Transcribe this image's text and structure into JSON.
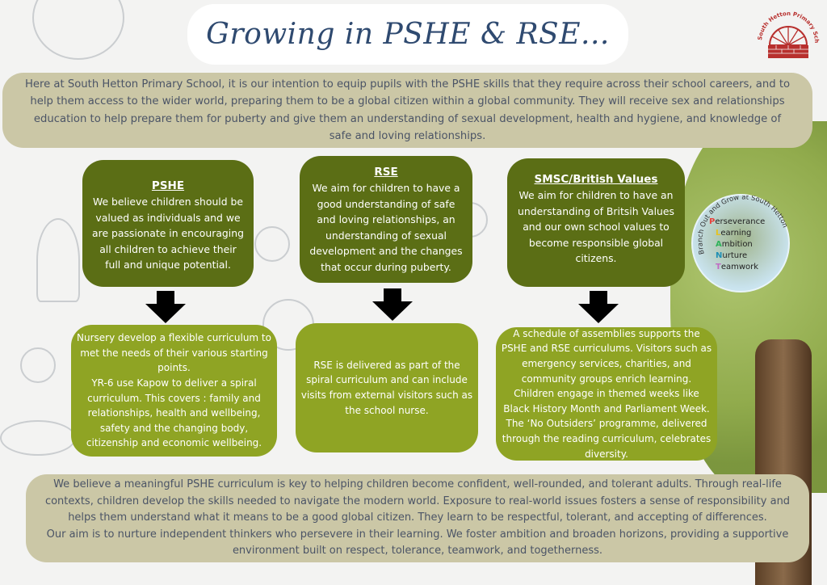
{
  "title": "Growing in PSHE & RSE...",
  "school_logo": {
    "text": "South Hetton Primary School",
    "color": "#b8302e"
  },
  "intro": "Here at South Hetton Primary School, it is our intention to equip pupils with the PSHE skills that they require across their school careers, and to help them access to the wider world, preparing them to be a global citizen within a global community. They will receive sex and relationships education to help prepare them for puberty and give them an understanding of sexual development, health and hygiene, and knowledge of safe and loving relationships.",
  "columns": [
    {
      "heading": "PSHE",
      "summary": "We believe children should be valued as individuals and we are passionate in encouraging all children to achieve their full and unique potential.",
      "detail_1": "Nursery develop a flexible curriculum to met the needs of their various starting points.",
      "detail_2": "YR-6 use Kapow to deliver a spiral curriculum. This covers : family and relationships, health and wellbeing, safety and the changing body,  citizenship and economic wellbeing."
    },
    {
      "heading": "RSE",
      "summary": "We aim for children to have a good understanding of safe and loving relationships, an understanding of sexual development and the changes that occur during puberty.",
      "detail_1": "RSE is delivered as part of the spiral curriculum and can include visits from external visitors such as the school nurse."
    },
    {
      "heading": "SMSC/British Values",
      "summary": "We aim for children to have an understanding of Britsih Values and our own school values to become responsible global citizens.",
      "detail_1": "A schedule of assemblies supports the PSHE and RSE curriculums. Visitors such as emergency services, charities, and community groups enrich learning. Children engage in themed weeks like Black History Month and Parliament Week. The ‘No Outsiders’ programme, delivered through the reading curriculum, celebrates diversity."
    }
  ],
  "values_logo": {
    "arc_text": "Branch Out and Grow at South Hetton",
    "values": [
      {
        "initial": "P",
        "rest": "erseverance",
        "color": "#e8413c"
      },
      {
        "initial": "L",
        "rest": "earning",
        "color": "#e6c21e"
      },
      {
        "initial": "A",
        "rest": "mbition",
        "color": "#2fb35a"
      },
      {
        "initial": "N",
        "rest": "urture",
        "color": "#1f8fb5"
      },
      {
        "initial": "T",
        "rest": "eamwork",
        "color": "#c06bc4"
      }
    ]
  },
  "outro_1": "We believe a meaningful PSHE curriculum is key to helping children become confident, well-rounded, and tolerant adults. Through real-life contexts, children develop the skills needed to navigate the modern world. Exposure to real-world issues fosters a sense of responsibility and helps them understand what it means to be a good global citizen. They learn to be respectful, tolerant, and accepting of differences.",
  "outro_2": "Our aim is to nurture independent thinkers who persevere in their learning. We foster ambition and broaden horizons, providing a supportive environment built on respect, tolerance, teamwork, and togetherness.",
  "colors": {
    "dark_green": "#5b6e15",
    "light_green": "#8fa424",
    "beige": "#cbc7a6",
    "title": "#2f4a70"
  }
}
